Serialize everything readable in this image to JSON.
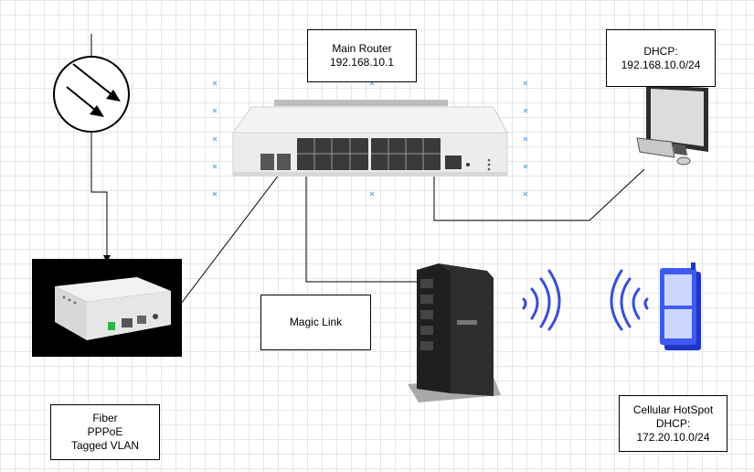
{
  "labels": {
    "main_router": {
      "line1": "Main Router",
      "line2": "192.168.10.1"
    },
    "dhcp_pc": {
      "line1": "DHCP:",
      "line2": "192.168.10.0/24"
    },
    "magic_link": {
      "line1": "Magic Link"
    },
    "fiber": {
      "line1": "Fiber",
      "line2": "PPPoE",
      "line3": "Tagged VLAN"
    },
    "cellular": {
      "line1": "Cellular HotSpot",
      "line2": "DHCP:",
      "line3": "172.20.10.0/24"
    }
  },
  "colors": {
    "line": "#000000",
    "selection_handle": "#6aa6e8",
    "wifi_blue": "#3b4fd6",
    "router_body": "#e9e9e9",
    "hex_router_body": "#2a2a2a"
  }
}
